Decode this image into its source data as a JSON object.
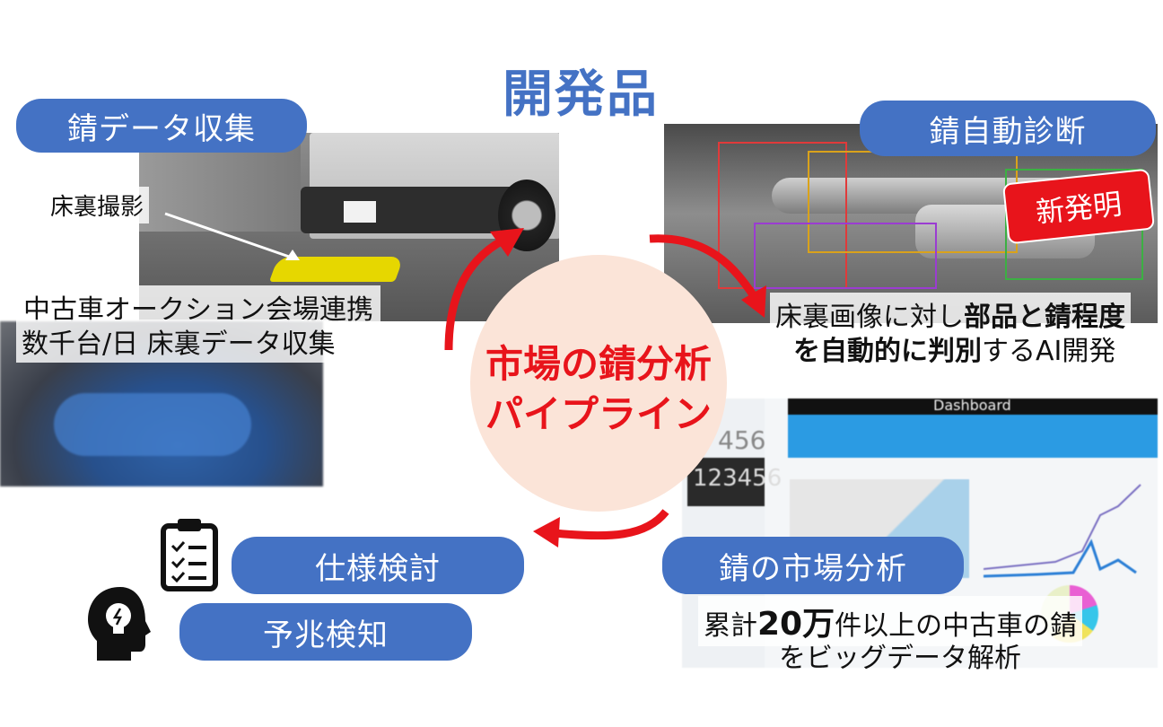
{
  "title": "開発品",
  "center": {
    "line1": "市場の錆分析",
    "line2": "パイプライン"
  },
  "rust_collection": {
    "label": "錆データ収集",
    "photo_label": "床裏撮影",
    "caption_line1": "中古車オークション会場連携",
    "caption_line2": "数千台/日 床裏データ収集"
  },
  "rust_diagnosis": {
    "label": "錆自動診断",
    "badge": "新発明",
    "caption_line1_a": "床裏画像に対し",
    "caption_line1_b": "部品と錆程度",
    "caption_line2_a": "を自動的に判別",
    "caption_line2_b": "するAI開発"
  },
  "market_analysis": {
    "label": "錆の市場分析",
    "caption_line1_a": "累計",
    "caption_line1_b": "20万",
    "caption_line1_c": "件以上の中古車の錆",
    "caption_line2": "をビッグデータ解析",
    "dashboard_title": "Dashboard",
    "dashboard_numbers": [
      "456",
      "123456"
    ]
  },
  "spec": {
    "label": "仕様検討",
    "icon": "clipboard-checklist-icon"
  },
  "prediction": {
    "label": "予兆検知",
    "icon": "head-lightbulb-icon"
  },
  "colors": {
    "pill": "#4472c4",
    "title": "#4472c4",
    "accent_red": "#e8141b",
    "circle": "#fbe4d8",
    "badge": "#e8141b"
  }
}
